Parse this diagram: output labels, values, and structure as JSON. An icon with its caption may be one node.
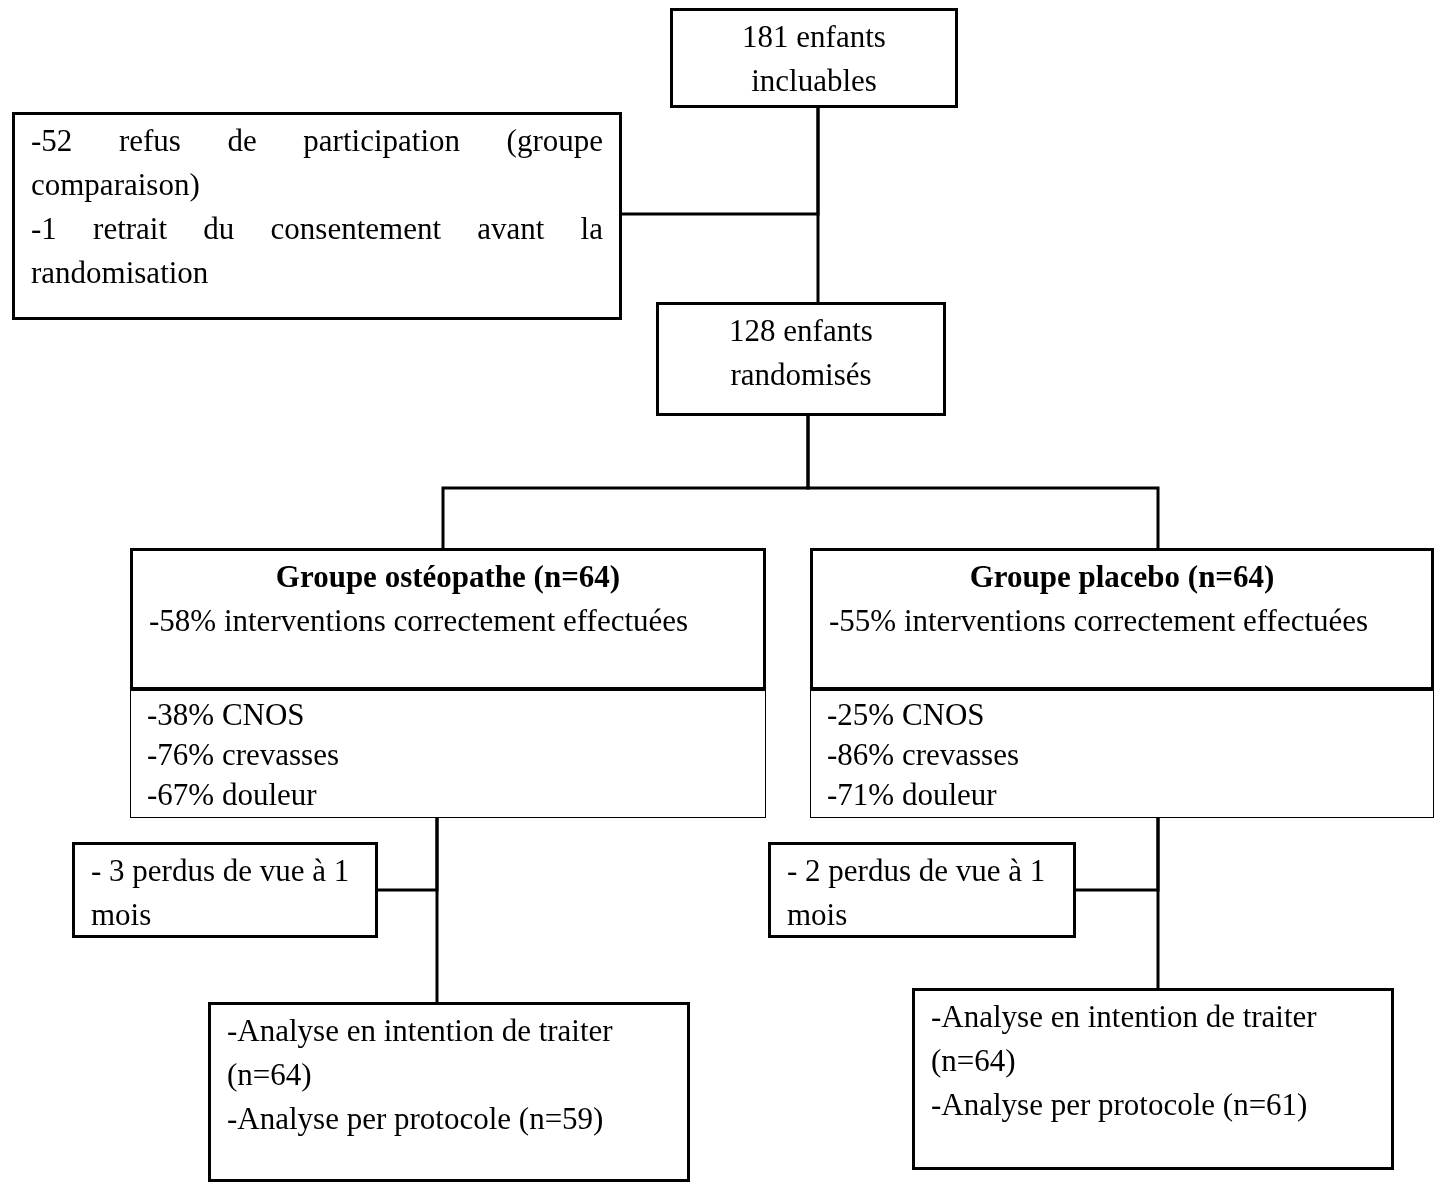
{
  "diagram": {
    "nodes": [
      {
        "text": [
          "181 enfants incluables"
        ]
      },
      {
        "text": [
          "-52 refus de participation (groupe comparaison)",
          "-1 retrait du consentement avant la randomisation"
        ]
      },
      {
        "text": [
          "128 enfants randomisés"
        ]
      },
      {
        "text": [
          "Groupe ostéopathe (n=64)",
          "-58% interventions correctement effectuées"
        ]
      },
      {
        "text": [
          "-38% CNOS",
          "-76% crevasses",
          "-67% douleur"
        ]
      },
      {
        "text": [
          "Groupe placebo (n=64)",
          "-55% interventions correctement effectuées"
        ]
      },
      {
        "text": [
          "-25% CNOS",
          "-86% crevasses",
          "-71% douleur"
        ]
      },
      {
        "text": [
          "- 3 perdus de vue à 1 mois"
        ]
      },
      {
        "text": [
          "-Analyse en intention de traiter (n=64)",
          "-Analyse per protocole (n=59)"
        ]
      },
      {
        "text": [
          "- 2 perdus de vue à 1 mois"
        ]
      },
      {
        "text": [
          "-Analyse en intention de traiter (n=64)",
          "-Analyse per protocole (n=61)"
        ]
      }
    ],
    "edges": [
      {
        "from": 0,
        "to": 2,
        "arrow": "none"
      },
      {
        "from": 0,
        "to": 1,
        "arrow": "none"
      },
      {
        "from": 2,
        "to": 3,
        "arrow": "none"
      },
      {
        "from": 2,
        "to": 5,
        "arrow": "none"
      },
      {
        "from": 4,
        "to": 7,
        "arrow": "none"
      },
      {
        "from": 4,
        "to": 8,
        "arrow": "none"
      },
      {
        "from": 6,
        "to": 9,
        "arrow": "none"
      },
      {
        "from": 6,
        "to": 10,
        "arrow": "none"
      }
    ]
  }
}
